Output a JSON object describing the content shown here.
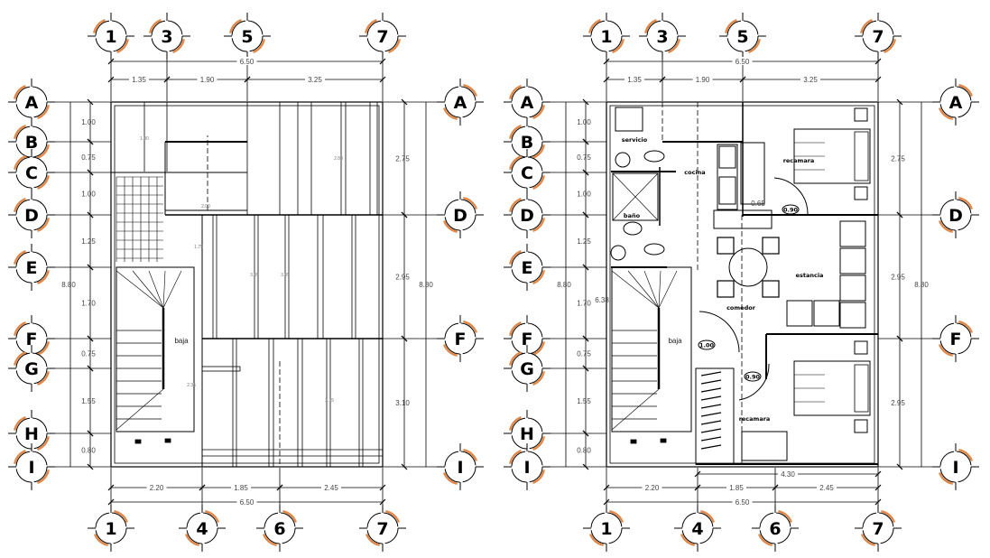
{
  "colors": {
    "line": "#000000",
    "bubble_arc": "#e0894a",
    "dim_text": "#444444"
  },
  "plans": [
    {
      "name": "structural-plan",
      "grid_cols_top": [
        "1",
        "3",
        "5",
        "7"
      ],
      "grid_cols_bottom": [
        "1",
        "4",
        "6",
        "7"
      ],
      "grid_rows_left": [
        "A",
        "B",
        "C",
        "D",
        "E",
        "F",
        "G",
        "H",
        "I"
      ],
      "grid_rows_right": [
        "A",
        "D",
        "F",
        "I"
      ],
      "dim_top_total": "6.50",
      "dims_top": [
        "1.35",
        "1.90",
        "3.25"
      ],
      "dims_bottom": [
        "2.20",
        "1.85",
        "2.45"
      ],
      "dim_bottom_total": "6.50",
      "dims_left": [
        "1.00",
        "0.75",
        "1.00",
        "1.25",
        "1.70",
        "0.75",
        "1.55",
        "0.80"
      ],
      "dim_left_total": "8.80",
      "dims_right": [
        "2.75",
        "2.95",
        "3.10"
      ],
      "dim_right_total": "8.80",
      "span_labels": [
        "1.80",
        "2.00",
        "2.80",
        "1.75",
        "3.05",
        "3.05",
        "2.35",
        "3.15"
      ],
      "stair_label": "baja"
    },
    {
      "name": "architectural-plan",
      "grid_cols_top": [
        "1",
        "3",
        "5",
        "7"
      ],
      "grid_cols_bottom": [
        "1",
        "4",
        "6",
        "7"
      ],
      "grid_rows_left": [
        "A",
        "B",
        "C",
        "D",
        "E",
        "F",
        "G",
        "H",
        "I"
      ],
      "grid_rows_right": [
        "A",
        "D",
        "F",
        "I"
      ],
      "dim_top_total": "6.50",
      "dims_top": [
        "1.35",
        "1.90",
        "3.25"
      ],
      "dims_bottom": [
        "2.20",
        "1.85",
        "2.45"
      ],
      "dim_bottom_total": "6.50",
      "dim_bottom_extra": "4.30",
      "dims_left": [
        "1.00",
        "0.75",
        "1.00",
        "1.25",
        "1.70",
        "0.75",
        "1.55",
        "0.80"
      ],
      "dim_left_total": "8.80",
      "dim_left_extra": "6.38",
      "dims_right": [
        "2.75",
        "2.95",
        "2.95"
      ],
      "dim_right_total": "8.80",
      "dim_kitchen": "0.65",
      "door_tags": [
        "0.90",
        "1.00",
        "0.90"
      ],
      "rooms": {
        "service": "servicio",
        "kitchen": "cocina",
        "bedroom_top": "recamara",
        "bath": "baño",
        "living": "estancia",
        "dining": "comedor",
        "bedroom_bottom": "recamara"
      },
      "stair_label": "baja"
    }
  ]
}
